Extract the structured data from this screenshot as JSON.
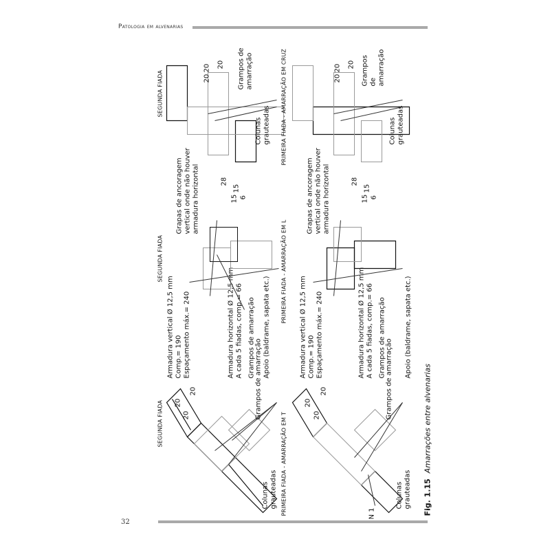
{
  "header": {
    "running_title": "Patologia em alvenarias",
    "page_number": "32"
  },
  "figure": {
    "number": "Fig. 1.15",
    "caption": "Amarrações entre alvenarias",
    "panels": {
      "t_second": {
        "label": "SEGUNDA FIADA",
        "dims": [
          "20",
          "20",
          "20"
        ],
        "clamps": "Grampos de amarração",
        "columns": [
          "Colunas",
          "grauteadas"
        ]
      },
      "t_first": {
        "label": "PRIMEIRA FIADA - AMARRAÇÃO EM T",
        "dims": [
          "20",
          "20",
          "20"
        ],
        "clamps": "Grampos de amarração",
        "columns": [
          "Colunas",
          "grauteadas"
        ],
        "n1": "N 1"
      },
      "l_second": {
        "label": "SEGUNDA FIADA"
      },
      "l_first": {
        "label": "PRIMEIRA FIADA - AMARRAÇÃO EM L"
      },
      "cross_second": {
        "label": "SEGUNDA FIADA",
        "dims": [
          "20",
          "20",
          "20"
        ],
        "clamps": [
          "Grampos de",
          "amarração"
        ],
        "columns": [
          "Colunas",
          "grauteadas"
        ]
      },
      "cross_first": {
        "label": "PRIMEIRA FIADA - AMARRAÇÃO EM CRUZ",
        "dims": [
          "20",
          "20",
          "20"
        ],
        "clamps": [
          "Grampos",
          "de",
          "amarração"
        ],
        "columns": [
          "Colunas",
          "grauteadas"
        ]
      }
    },
    "notes": {
      "vertical": [
        "Armadura vertical Ø 12,5 mm",
        "Comp.= 190",
        "Espaçamento máx.= 240"
      ],
      "horizontal": [
        "Armadura horizontal Ø 12,5 mm",
        "A cada 5 fiadas, comp.= 66"
      ],
      "clamps": "Grampos de amarração",
      "support": "Apoio (baldrame, sapata etc.)",
      "anchors": [
        "Grapas de ancoragem",
        "vertical onde não houver",
        "armadura horizontal"
      ],
      "anchor_dims": [
        "28",
        "15",
        "15",
        "6"
      ]
    }
  }
}
